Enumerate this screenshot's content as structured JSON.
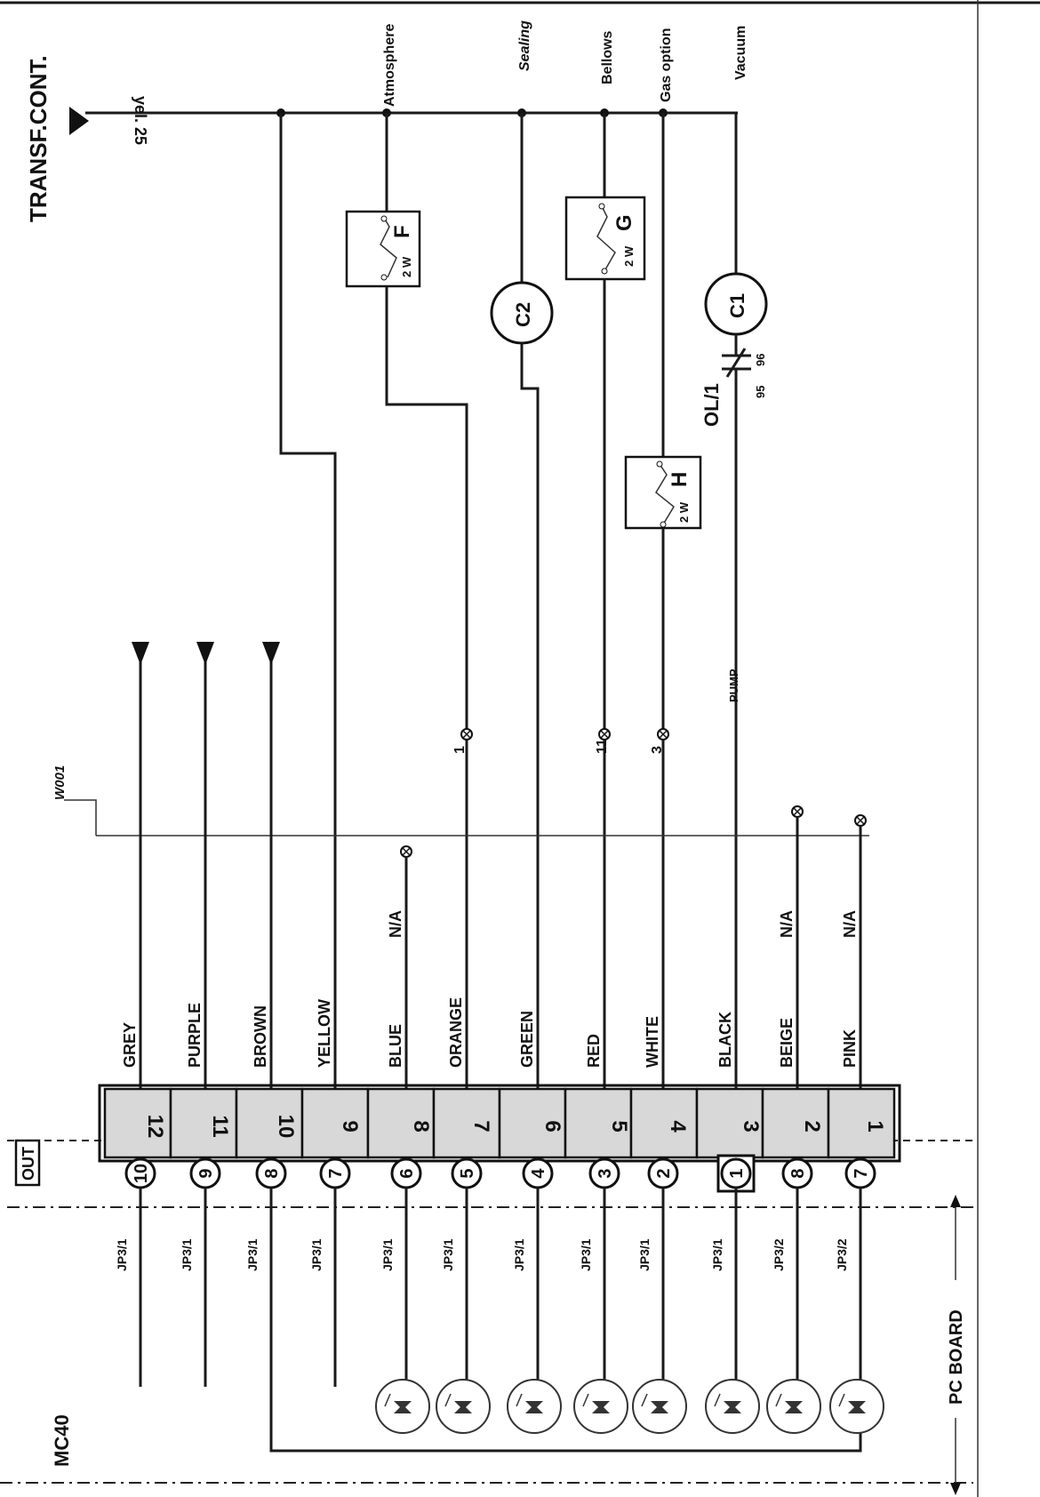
{
  "header": {
    "title": "TRANSF.CONT.",
    "yel_label": "yel. 25",
    "mc40": "MC40",
    "out": "OUT",
    "pc_board": "PC BOARD",
    "w001": "W001",
    "pump": "PUMP"
  },
  "top_labels": {
    "atmosphere": "Atmosphere",
    "sealing": "Sealing",
    "bellows": "Bellows",
    "gas_option": "Gas option",
    "vacuum": "Vacuum"
  },
  "components": {
    "F": {
      "letter": "F",
      "rating": "2 W"
    },
    "G": {
      "letter": "G",
      "rating": "2 W"
    },
    "H": {
      "letter": "H",
      "rating": "2 W"
    },
    "C1": "C1",
    "C2": "C2",
    "ol": {
      "label": "OL/1",
      "pin_a": "95",
      "pin_b": "96"
    }
  },
  "wire_marks": {
    "orange": "1",
    "red": "11",
    "white": "3"
  },
  "terminals": [
    {
      "num": "12",
      "color": "GREY",
      "na": "",
      "out": "10",
      "jp": "JP3/1"
    },
    {
      "num": "11",
      "color": "PURPLE",
      "na": "",
      "out": "9",
      "jp": "JP3/1"
    },
    {
      "num": "10",
      "color": "BROWN",
      "na": "",
      "out": "8",
      "jp": "JP3/1"
    },
    {
      "num": "9",
      "color": "YELLOW",
      "na": "",
      "out": "7",
      "jp": "JP3/1"
    },
    {
      "num": "8",
      "color": "BLUE",
      "na": "N/A",
      "out": "6",
      "jp": "JP3/1"
    },
    {
      "num": "7",
      "color": "ORANGE",
      "na": "",
      "out": "5",
      "jp": "JP3/1"
    },
    {
      "num": "6",
      "color": "GREEN",
      "na": "",
      "out": "4",
      "jp": "JP3/1"
    },
    {
      "num": "5",
      "color": "RED",
      "na": "",
      "out": "3",
      "jp": "JP3/1"
    },
    {
      "num": "4",
      "color": "WHITE",
      "na": "",
      "out": "2",
      "jp": "JP3/1"
    },
    {
      "num": "3",
      "color": "BLACK",
      "na": "",
      "out": "1",
      "jp": "JP3/1"
    },
    {
      "num": "2",
      "color": "BEIGE",
      "na": "N/A",
      "out": "8",
      "jp": "JP3/2"
    },
    {
      "num": "1",
      "color": "PINK",
      "na": "N/A",
      "out": "7",
      "jp": "JP3/2"
    }
  ]
}
